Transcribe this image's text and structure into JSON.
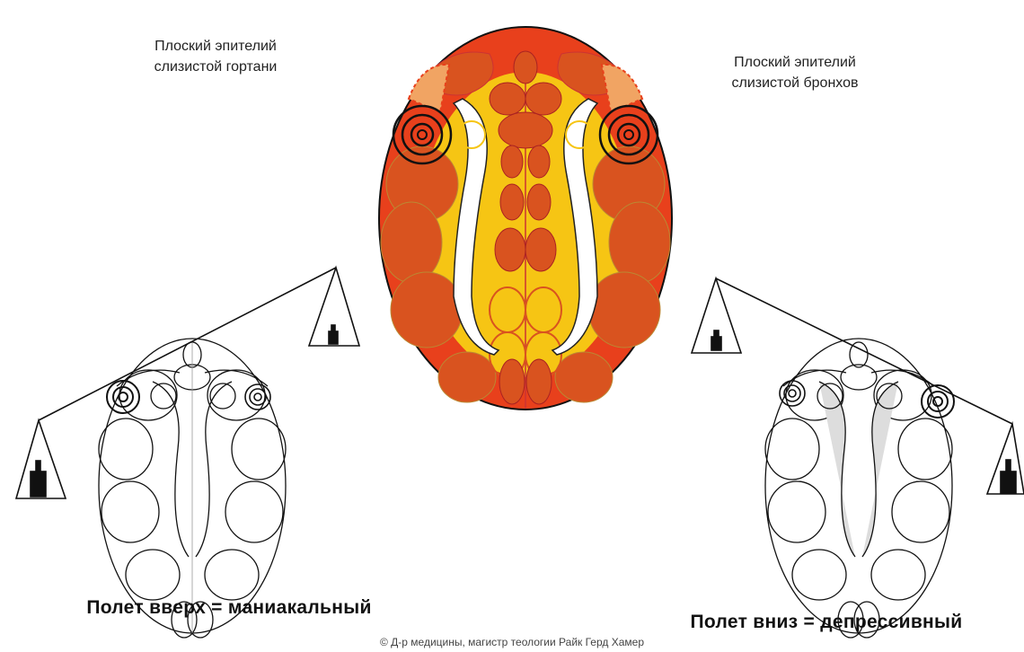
{
  "labels": {
    "left_top_line1": "Плоский эпителий",
    "left_top_line2": "слизистой гортани",
    "right_top_line1": "Плоский эпителий",
    "right_top_line2": "слизистой бронхов",
    "left_bottom": "Полет вверх = маниакальный",
    "right_bottom": "Полет вниз = депрессивный",
    "copyright": "© Д-р медицины, магистр теологии Райк Герд Хамер"
  },
  "colors": {
    "outer_red": "#e8401c",
    "inner_yellow": "#f6c514",
    "lobe_dark": "#d9531f",
    "stripe": "#f1a463",
    "line": "#111111"
  }
}
